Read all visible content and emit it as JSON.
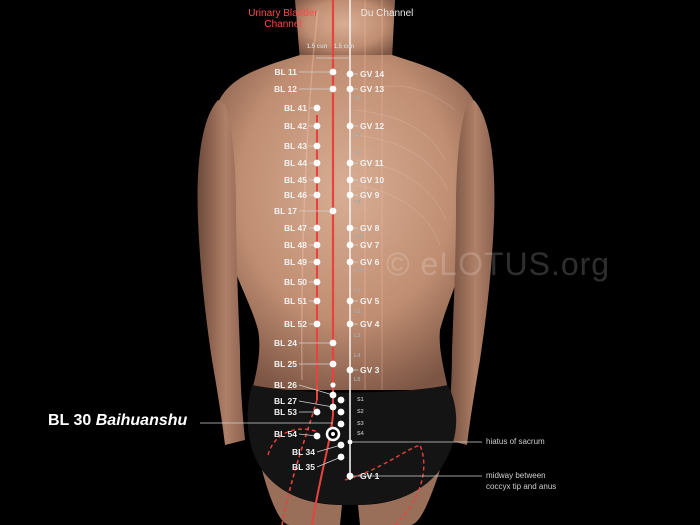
{
  "headers": {
    "urinary": "Urinary Bladder Channel",
    "du": "Du Channel"
  },
  "cun_labels": [
    "1.5 cun",
    "1.5 cun"
  ],
  "highlight": {
    "code": "BL 30",
    "name": "Baihuanshu"
  },
  "bl_points": [
    "BL 11",
    "BL 12",
    "BL 41",
    "BL 42",
    "BL 43",
    "BL 44",
    "BL 45",
    "BL 46",
    "BL 17",
    "BL 47",
    "BL 48",
    "BL 49",
    "BL 50",
    "BL 51",
    "BL 52",
    "BL 24",
    "BL 25",
    "BL 26",
    "BL 27",
    "BL 53",
    "BL 54",
    "BL 34",
    "BL 35"
  ],
  "gv_points": [
    "GV 14",
    "GV 13",
    "GV 12",
    "GV 11",
    "GV 10",
    "GV 9",
    "GV 8",
    "GV 7",
    "GV 6",
    "GV 5",
    "GV 4",
    "GV 3",
    "GV 1"
  ],
  "vertebrae": [
    "T2",
    "T4",
    "T6",
    "T8",
    "T10",
    "T12",
    "L1",
    "L2",
    "L3",
    "L4",
    "L5",
    "S1",
    "S2",
    "S3",
    "S4"
  ],
  "notes": {
    "hiatus": "hiatus of sacrum",
    "midway_line1": "midway between",
    "midway_line2": "coccyx tip and anus"
  },
  "watermark": "© eLOTUS.org",
  "colors": {
    "channel_red": "#e8423c",
    "du_line": "#f0f0f0",
    "skin": "#c89a7e",
    "background": "#000000"
  }
}
